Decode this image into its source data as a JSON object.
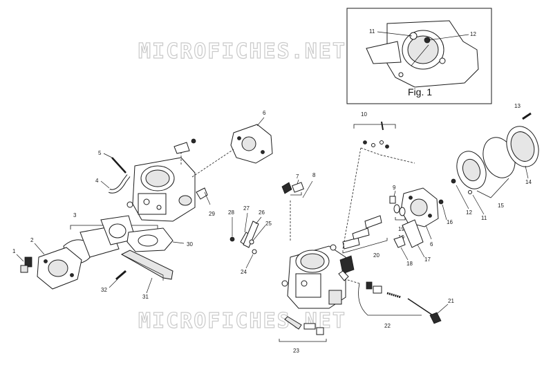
{
  "watermarks": [
    "MICROFICHES.NET",
    "MICROFICHES.NET"
  ],
  "inset": {
    "caption": "Fig. 1",
    "callouts": [
      "11",
      "12"
    ]
  },
  "callouts": {
    "c1": "1",
    "c2": "2",
    "c3": "3",
    "c4": "4",
    "c5": "5",
    "c6a": "6",
    "c6b": "6",
    "c7": "7",
    "c8": "8",
    "c9": "9",
    "c10": "10",
    "c11": "11",
    "c12": "12",
    "c13": "13",
    "c14": "14",
    "c15": "15",
    "c16": "16",
    "c17": "17",
    "c18": "18",
    "c19": "19",
    "c20": "20",
    "c21": "21",
    "c22": "22",
    "c23": "23",
    "c24": "24",
    "c25": "25",
    "c26": "26",
    "c27": "27",
    "c28": "28",
    "c29": "29",
    "c30": "30",
    "c31": "31",
    "c32": "32"
  }
}
